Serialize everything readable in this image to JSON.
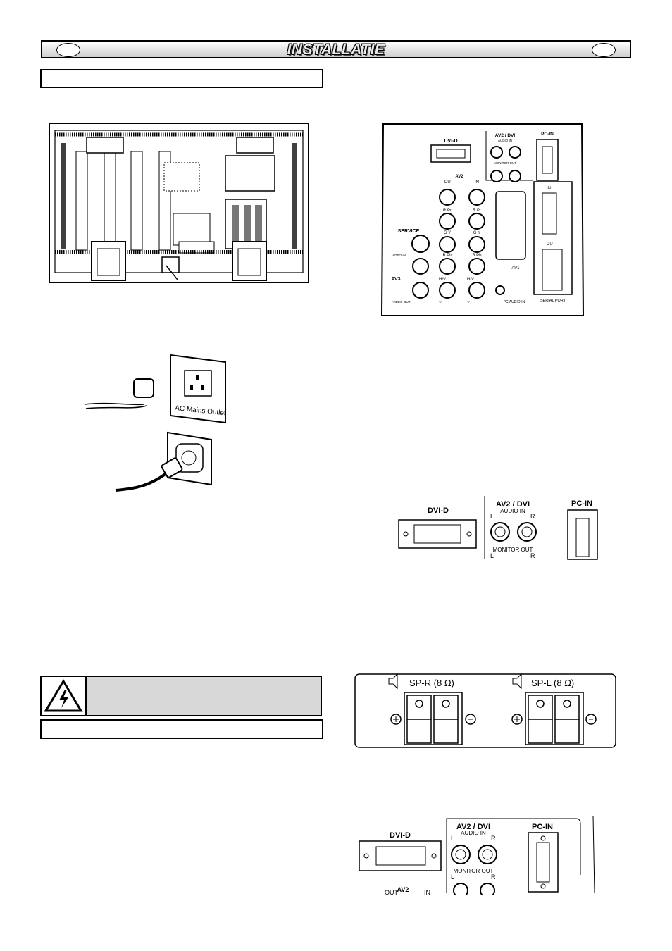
{
  "header": {
    "title": "INSTALLATIE"
  },
  "outlets": {
    "uk_label": "AC Mains Outlet"
  },
  "panel": {
    "dvi": "DVI-D",
    "av2dvi": "AV2 / DVI",
    "audio_in": "AUDIO IN",
    "monitor_out": "MONITOR OUT",
    "pc_in": "PC-IN",
    "av2": "AV2",
    "out": "OUT",
    "in": "IN",
    "service": "SERVICE",
    "video_in": "VIDEO-IN",
    "video_out": "VIDEO-OUT",
    "av3": "AV3",
    "av1": "AV1",
    "pc_audio_in": "PC AUDIO-IN",
    "serial_port": "SERIAL PORT",
    "l": "L",
    "r": "R",
    "rpr": "R  Pr",
    "gy": "G  Y",
    "bpb": "B  Pb",
    "hv": "H/V",
    "v": "V"
  },
  "speakers": {
    "right": "SP-R (8 Ω)",
    "left": "SP-L (8 Ω)"
  },
  "colors": {
    "banner_text": "#e9e9e9",
    "warning_fill": "#d8d8d8",
    "outline": "#000000"
  }
}
